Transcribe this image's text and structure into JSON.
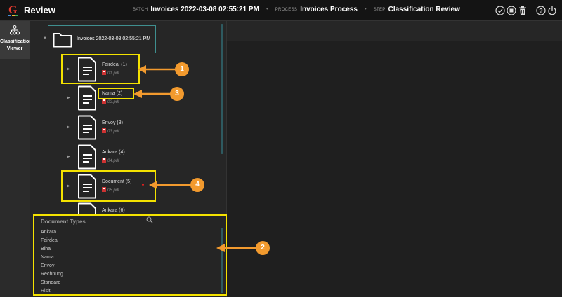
{
  "header": {
    "logo_letter": "G",
    "app_title": "Review",
    "batch_label": "BATCH",
    "batch_value": "Invoices 2022-03-08 02:55:21 PM",
    "process_label": "PROCESS",
    "process_value": "Invoices Process",
    "step_label": "STEP",
    "step_value": "Classification Review",
    "icons": [
      "check-circle-icon",
      "stop-circle-icon",
      "trash-icon",
      "help-icon",
      "power-icon"
    ]
  },
  "sidebar": {
    "items": [
      {
        "label_line1": "Classification",
        "label_line2": "Viewer",
        "icon": "hierarchy-icon"
      }
    ]
  },
  "tree": {
    "root": {
      "label": "Invoices 2022-03-08 02:55:21 PM",
      "icon": "folder-icon"
    },
    "documents": [
      {
        "name": "Fairdeal (1)",
        "file": "01.pdf"
      },
      {
        "name": "Nama (2)",
        "file": "02.pdf"
      },
      {
        "name": "Envoy (3)",
        "file": "03.pdf"
      },
      {
        "name": "Ankara (4)",
        "file": "04.pdf"
      },
      {
        "name": "Document (5)",
        "file": "05.pdf"
      },
      {
        "name": "Ankara (6)"
      }
    ]
  },
  "document_types": {
    "title": "Document Types",
    "items": [
      "Ankara",
      "Fairdeal",
      "Biha",
      "Nama",
      "Envoy",
      "Rechnung",
      "Standard",
      "Risiti"
    ]
  },
  "callouts": [
    "1",
    "2",
    "3",
    "4"
  ],
  "colors": {
    "highlight": "#f4e200",
    "callout": "#f29a2e",
    "accent_teal": "#3f8f8f",
    "error_dot": "#e02020",
    "pdf_red": "#cc3333"
  }
}
